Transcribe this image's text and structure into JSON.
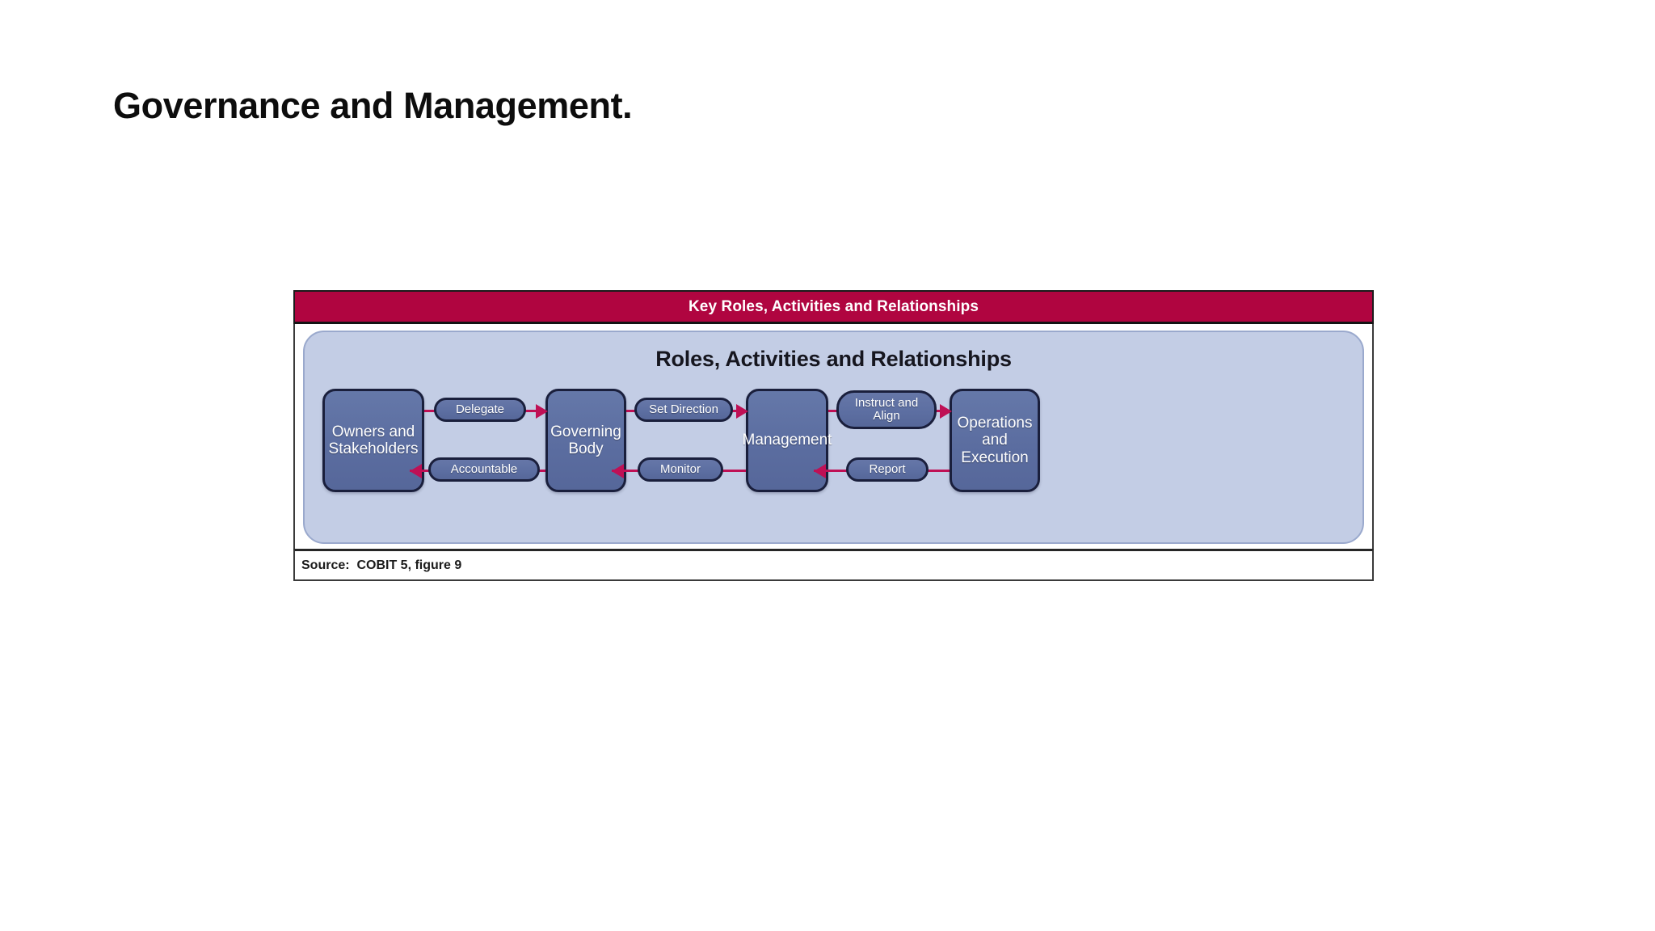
{
  "slide": {
    "title": "Governance and Management."
  },
  "figure": {
    "header_title": "Key Roles, Activities and Relationships",
    "diagram_title": "Roles, Activities and Relationships",
    "source_text": "Source:  COBIT 5, figure 9",
    "colors": {
      "header_bg": "#b00540",
      "panel_bg": "#c3cde5",
      "node_fill": "#5c6ea1",
      "node_border": "#1a1f3c",
      "arrow": "#bf1055",
      "node_text": "#ffffff",
      "page_bg": "#ffffff"
    }
  },
  "diagram": {
    "type": "flow",
    "nodes": [
      {
        "id": "owners",
        "label": "Owners and\nStakeholders"
      },
      {
        "id": "governing",
        "label": "Governing\nBody"
      },
      {
        "id": "management",
        "label": "Management"
      },
      {
        "id": "operations",
        "label": "Operations\nand\nExecution"
      }
    ],
    "connectors": [
      {
        "id": "delegate",
        "label": "Delegate",
        "from": "owners",
        "to": "governing",
        "direction": "right"
      },
      {
        "id": "accountable",
        "label": "Accountable",
        "from": "governing",
        "to": "owners",
        "direction": "left"
      },
      {
        "id": "set-direction",
        "label": "Set Direction",
        "from": "governing",
        "to": "management",
        "direction": "right"
      },
      {
        "id": "monitor",
        "label": "Monitor",
        "from": "management",
        "to": "governing",
        "direction": "left"
      },
      {
        "id": "instruct",
        "label": "Instruct and\nAlign",
        "from": "management",
        "to": "operations",
        "direction": "right"
      },
      {
        "id": "report",
        "label": "Report",
        "from": "operations",
        "to": "management",
        "direction": "left"
      }
    ]
  }
}
